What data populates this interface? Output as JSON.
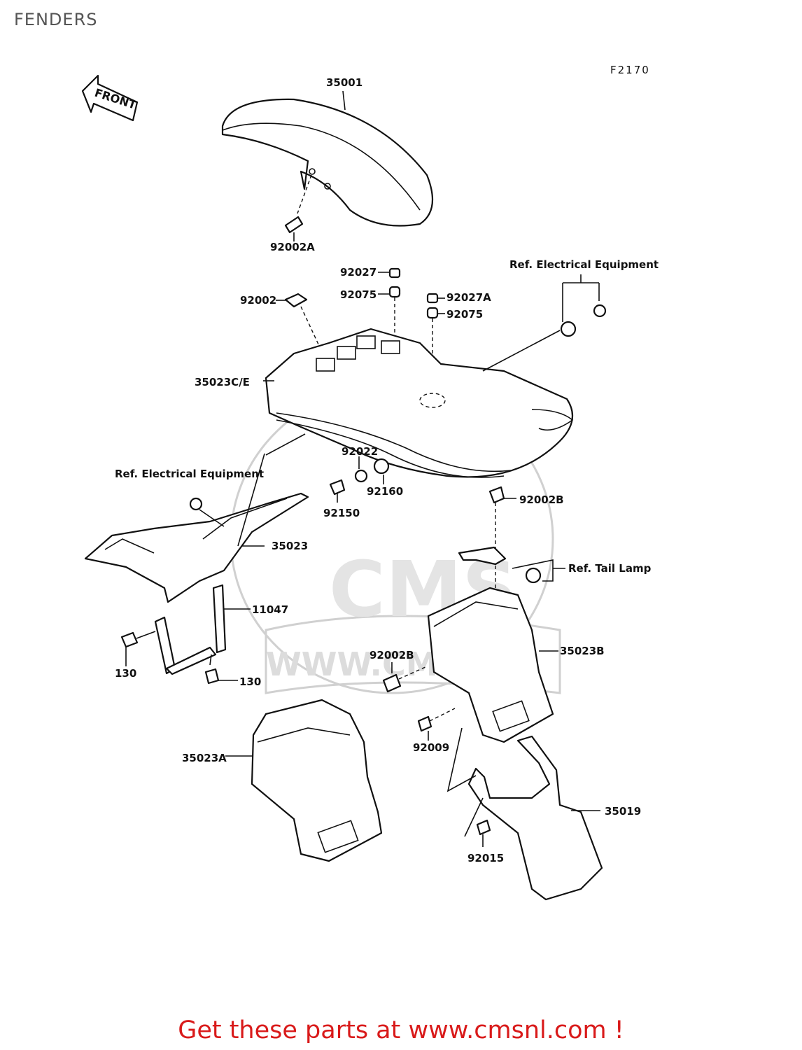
{
  "page": {
    "title": "FENDERS"
  },
  "diagram": {
    "figure_code": "F2170",
    "front_arrow": "FRONT",
    "watermark": {
      "url": "WWW.CMS",
      "logo_text": "CMS"
    },
    "labels": {
      "p35001": "35001",
      "p92002A": "92002A",
      "p92027": "92027",
      "p92075a": "92075",
      "p92027A": "92027A",
      "p92075b": "92075",
      "p92002": "92002",
      "refElec1": "Ref. Electrical Equipment",
      "p35023CE": "35023C/E",
      "p92022": "92022",
      "p92160": "92160",
      "p92150": "92150",
      "refElec2": "Ref. Electrical Equipment",
      "p35023": "35023",
      "p92002B_top": "92002B",
      "refTail": "Ref. Tail Lamp",
      "p11047": "11047",
      "p130a": "130",
      "p130b": "130",
      "p35023B": "35023B",
      "p92002B_mid": "92002B",
      "p92009": "92009",
      "p35023A": "35023A",
      "p35019": "35019",
      "p92015": "92015"
    }
  },
  "banner": {
    "text": "Get these parts at www.cmsnl.com !",
    "color": "#d91a1a"
  }
}
